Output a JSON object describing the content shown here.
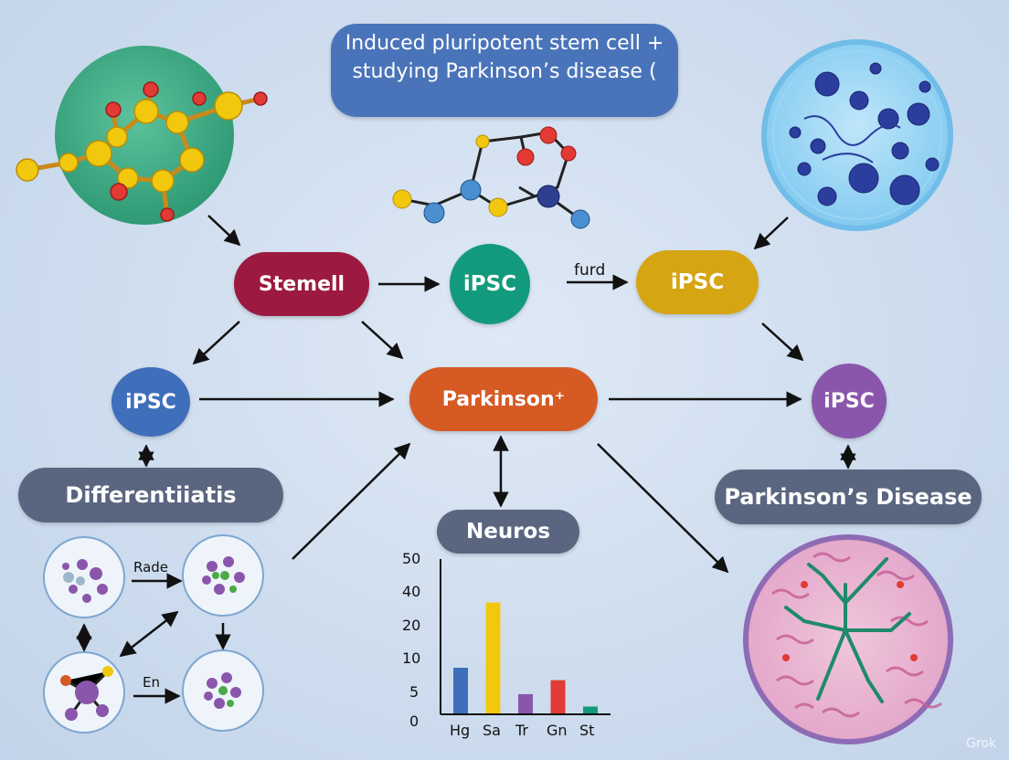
{
  "title": "Induced pluripotent stem cell + studying Parkinson’s disease (",
  "nodes": {
    "stemell": "Stemell",
    "ipsc_center": "iPSC",
    "ipsc_right": "iPSC",
    "ipsc_left": "iPSC",
    "parkinson_center": "Parkinson⁺",
    "ipsc_far_right": "iPSC",
    "differentiatis": "Differentiiatis",
    "parkinsons_disease": "Parkinson’s Disease",
    "neuros": "Neuros"
  },
  "arrow_labels": {
    "furd": "furd",
    "rade": "Rade",
    "en": "En"
  },
  "colors": {
    "stemell": "#9c1a3f",
    "ipsc_center": "#129a7c",
    "ipsc_right": "#d6a514",
    "ipsc_left": "#3f6fbb",
    "parkinson_center": "#d65a24",
    "ipsc_far_right": "#8a56ab",
    "gray_box": "#5a6680",
    "title_box": "#4a74b9"
  },
  "chart_data": {
    "type": "bar",
    "categories": [
      "Hg",
      "Sa",
      "Tr",
      "Gn",
      "St"
    ],
    "values": [
      15,
      36,
      6.5,
      11,
      2.5
    ],
    "colors": [
      "#3f6fbb",
      "#f2c80f",
      "#8a56ab",
      "#e23a35",
      "#129a7c"
    ],
    "y_ticks": [
      "0",
      "5",
      "10",
      "20",
      "40",
      "50"
    ],
    "title": "",
    "xlabel": "",
    "ylabel": ""
  },
  "watermark": "Grok"
}
